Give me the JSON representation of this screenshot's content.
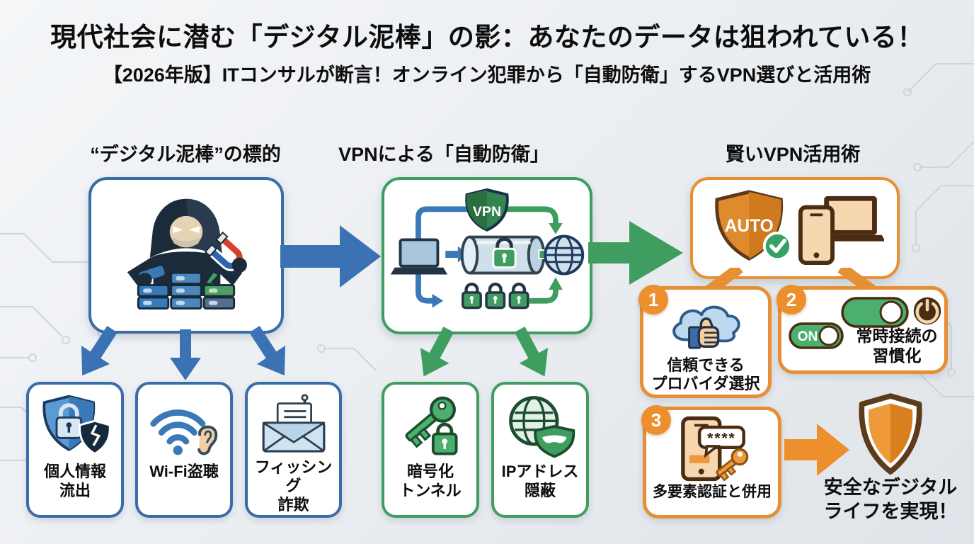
{
  "header": {
    "title": "現代社会に潜む「デジタル泥棒」の影：あなたのデータは狙われている！",
    "subtitle": "【2026年版】ITコンサルが断言！オンライン犯罪から「自動防衛」するVPN選びと活用術"
  },
  "threats": {
    "header": "“デジタル泥棒”の標的",
    "items": [
      {
        "line1": "個人情報",
        "line2": "流出",
        "icon": "breached-shield-lock-icon"
      },
      {
        "line1": "Wi-Fi盗聴",
        "line2": "",
        "icon": "wifi-eavesdropping-ear-icon"
      },
      {
        "line1": "フィッシング",
        "line2": "詐欺",
        "icon": "phishing-mail-hook-icon"
      }
    ]
  },
  "vpn": {
    "header": "VPNによる「自動防衛」",
    "shield_label": "VPN",
    "items": [
      {
        "line1": "暗号化",
        "line2": "トンネル",
        "icon": "encryption-key-lock-icon"
      },
      {
        "line1": "IPアドレス",
        "line2": "隠蔽",
        "icon": "masked-globe-icon"
      }
    ]
  },
  "tips": {
    "header": "賢いVPN活用術",
    "shield_label": "AUTO",
    "steps": [
      {
        "number": "1",
        "line1": "信頼できる",
        "line2": "プロバイダ選択",
        "icon": "trusted-cloud-thumbs-up-icon"
      },
      {
        "number": "2",
        "line1": "常時接続の",
        "line2": "習慣化",
        "toggle_label": "ON",
        "icon": "always-on-toggle-icon"
      },
      {
        "number": "3",
        "line1": "多要素認証と併用",
        "line2": "",
        "otp": "****",
        "icon": "mfa-phone-key-icon"
      }
    ],
    "result": {
      "line1": "安全なデジタル",
      "line2": "ライフを実現！",
      "icon": "safe-shield-icon"
    }
  },
  "colors": {
    "blue": "#3a6ca8",
    "green": "#3f9e5f",
    "orange": "#e78f35",
    "dark_navy": "#1c2b3a",
    "brown": "#4a2c12",
    "background": "#eceff2"
  }
}
